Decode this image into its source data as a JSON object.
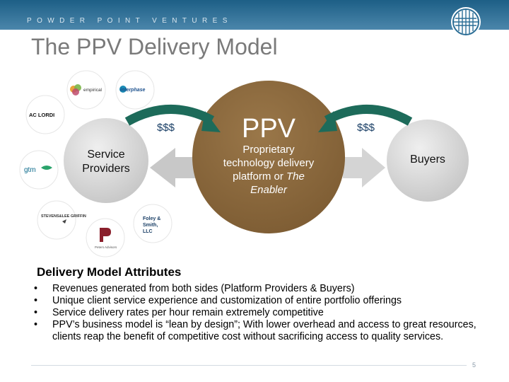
{
  "header": {
    "company": "POWDER POINT VENTURES",
    "title": "The PPV Delivery Model"
  },
  "diagram": {
    "center_title": "PPV",
    "center_line1": "Proprietary",
    "center_line2": "technology delivery",
    "center_line3": "platform or ",
    "center_line3_italic": "The",
    "center_line4_italic": "Enabler",
    "left_circle_line1": "Service",
    "left_circle_line2": "Providers",
    "right_circle": "Buyers",
    "left_money": "$$$",
    "right_money": "$$$",
    "partners": {
      "empirical": "empirical",
      "interphase": "interphase",
      "aclordi": "AC LORDI",
      "gtm": "gtm",
      "stevens": "STEVENS&LEE GRIFFIN",
      "foley": "Foley & Smith, LLC",
      "peters": "Peters Advisors"
    },
    "colors": {
      "center_fill": "#8b6a3e",
      "gray_circle": "#d2d2d2",
      "arrow_green": "#1d6b5a",
      "title_gray": "#7a7a7a",
      "header_blue": "#2c6e96"
    }
  },
  "attributes": {
    "heading": "Delivery Model Attributes",
    "bullet_char": "•",
    "items": [
      "Revenues generated from both sides (Platform Providers & Buyers)",
      "Unique client service experience and customization of entire portfolio offerings",
      "Service delivery rates per hour remain extremely competitive",
      "PPV’s business model is “lean by design”; With lower overhead and access to great resources, clients reap the benefit of competitive cost without sacrificing access to quality services."
    ]
  },
  "footer": {
    "page_number": "5"
  }
}
